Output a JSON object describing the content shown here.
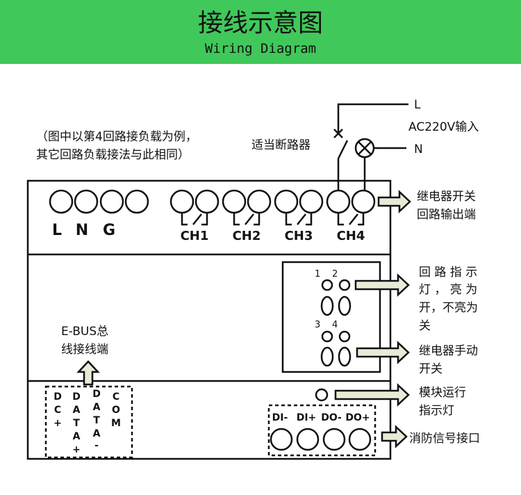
{
  "header": {
    "title": "接线示意图",
    "subtitle": "Wiring Diagram",
    "bg_color": "#40c85a"
  },
  "note": {
    "line1": "（图中以第4回路接负载为例，",
    "line2": "其它回路负载接法与此相同）"
  },
  "breaker_label": "适当断路器",
  "supply": {
    "l": "L",
    "input": "AC220V输入",
    "n": "N"
  },
  "power_terminals": [
    "L",
    "N",
    "G"
  ],
  "channels": [
    "CH1",
    "CH2",
    "CH3",
    "CH4"
  ],
  "led_numbers": [
    "1",
    "2",
    "3",
    "4"
  ],
  "callouts": {
    "relay_output": [
      "继电器开关",
      "回路输出端"
    ],
    "indicator": [
      "回 路 指 示",
      "灯 ， 亮 为",
      "开，不亮为",
      "关"
    ],
    "manual": [
      "继电器手动",
      "开关"
    ],
    "run_led": [
      "模块运行",
      "指示灯"
    ],
    "fire": "消防信号接口"
  },
  "ebus": {
    "line1": "E-BUS总",
    "line2": "线接线端",
    "columns": [
      [
        "D",
        "C",
        "+"
      ],
      [
        "D",
        "A",
        "T",
        "A",
        "+"
      ],
      [
        "D",
        "A",
        "T",
        "A",
        "-"
      ],
      [
        "C",
        "O",
        "M"
      ]
    ]
  },
  "io_terminals": [
    "DI-",
    "DI+",
    "DO-",
    "DO+"
  ]
}
